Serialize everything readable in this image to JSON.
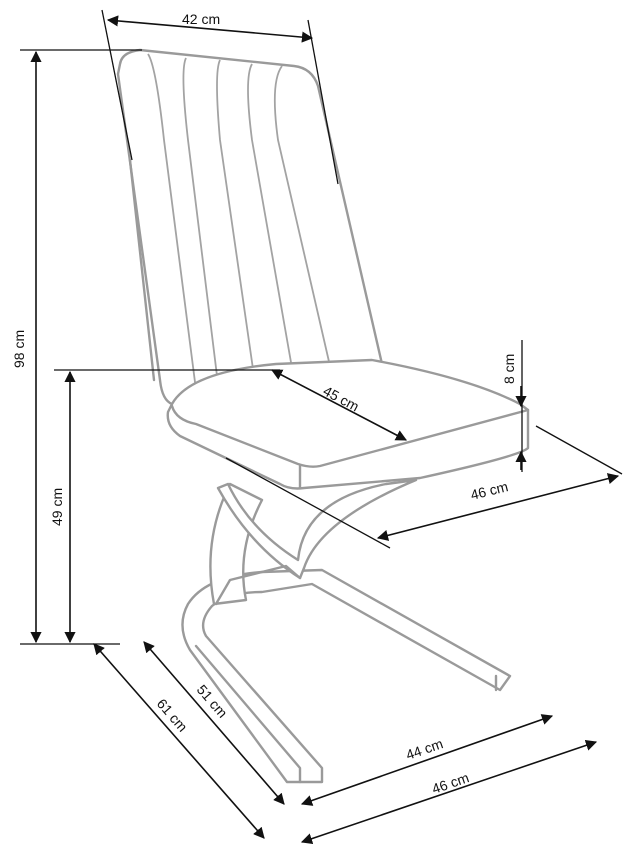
{
  "dimensions": {
    "back_width": "42 cm",
    "total_height": "98 cm",
    "seat_height": "49 cm",
    "seat_depth_diag": "45 cm",
    "seat_thickness": "8 cm",
    "seat_width": "46 cm",
    "base_depth_inner": "51 cm",
    "total_depth": "61 cm",
    "base_width_inner": "44 cm",
    "base_width_outer": "46 cm"
  },
  "colors": {
    "outline": "#9a9a9a",
    "dimension": "#111111"
  }
}
